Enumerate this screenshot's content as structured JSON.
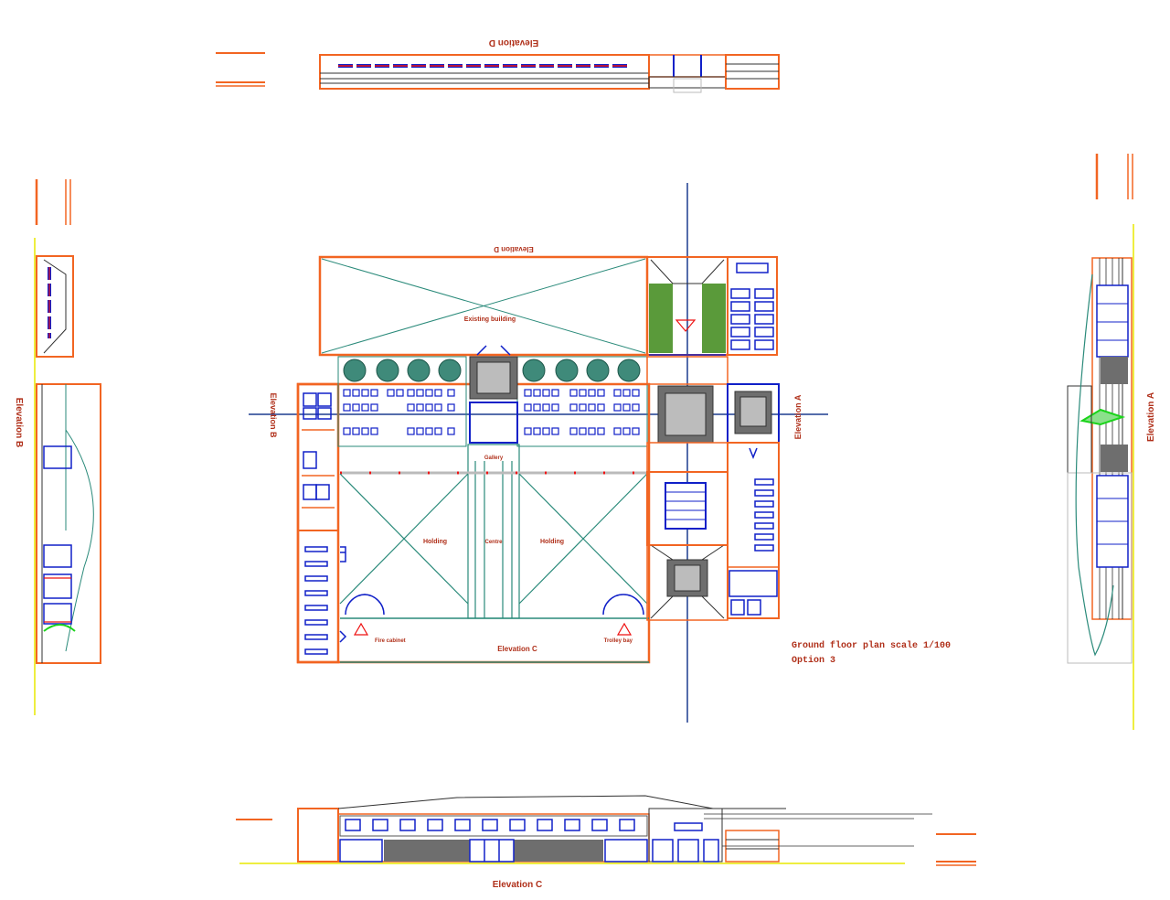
{
  "drawing": {
    "caption_line1": "Ground floor plan  scale 1/100",
    "caption_line2": "Option 3"
  },
  "plan_labels": {
    "elevation_d": "Elevation D",
    "elevation_c": "Elevation C",
    "elevation_b": "Elevation B",
    "elevation_a": "Elevation A",
    "existing_building": "Existing building",
    "holding_left": "Holding",
    "holding_right": "Holding",
    "gallery": "Gallery",
    "centre": "Centre",
    "fire_cabinet": "Fire cabinet",
    "trolley_bay": "Trolley bay"
  },
  "elevation_labels": {
    "top": "Elevation D",
    "left": "Elevation B",
    "right": "Elevation A",
    "bottom": "Elevation C"
  },
  "colors": {
    "wall": "#f26522",
    "fixture": "#1020c8",
    "structure": "#2a8a7a",
    "grid_line": "#1d3d8f",
    "ground_line": "#e8e800",
    "landscape": "#5a9a3a",
    "roof_band": "#6e6e6e",
    "text": "#b0301a"
  }
}
